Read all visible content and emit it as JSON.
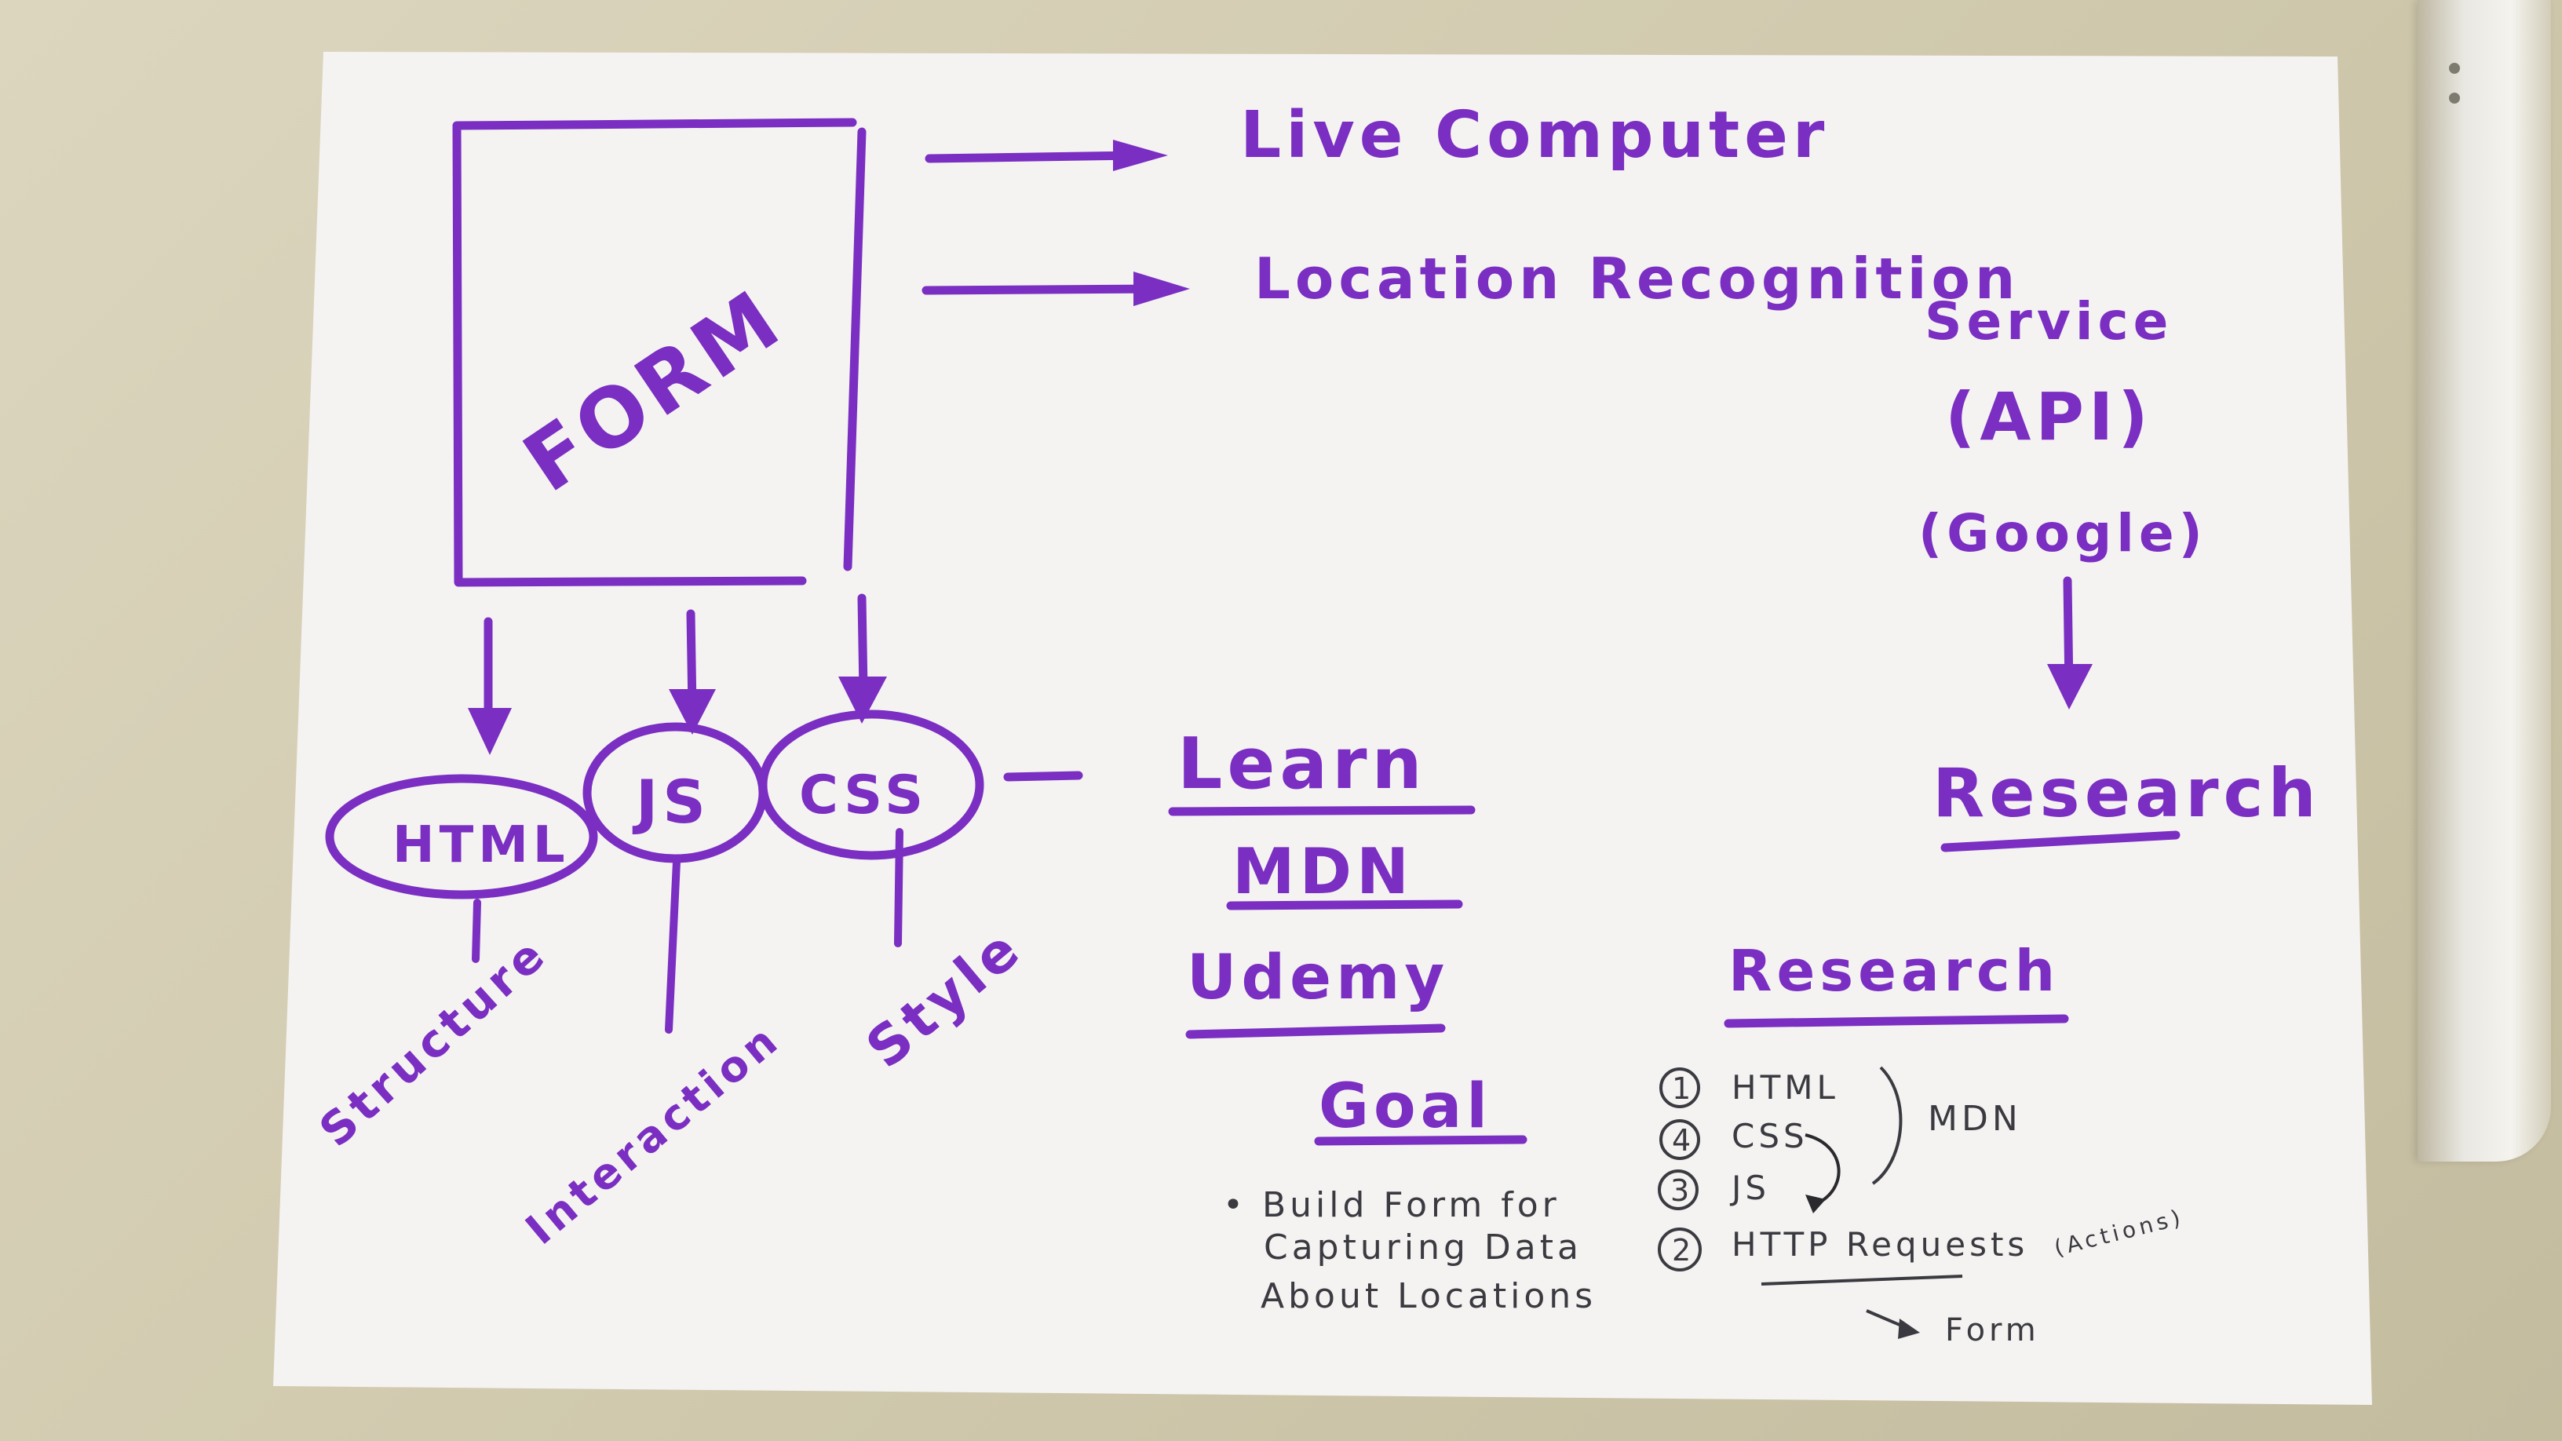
{
  "form_label": "FORM",
  "arrow_targets": {
    "line1": "Live Computer",
    "line2": "Location Recognition",
    "service": "Service",
    "api": "(API)",
    "google": "(Google)",
    "research_top": "Research"
  },
  "tech": {
    "html": "HTML",
    "js": "JS",
    "css": "CSS"
  },
  "roles": {
    "structure": "Structure",
    "interaction": "Interaction",
    "style": "Style"
  },
  "learn": {
    "heading": "Learn",
    "items": [
      "MDN",
      "Udemy"
    ]
  },
  "goal": {
    "heading": "Goal",
    "lines": [
      "• Build Form for",
      "Capturing Data",
      "About Locations"
    ]
  },
  "research_list": {
    "heading": "Research",
    "items": [
      {
        "num": "1",
        "label": "HTML"
      },
      {
        "num": "4",
        "label": "CSS"
      },
      {
        "num": "3",
        "label": "JS"
      },
      {
        "num": "2",
        "label": "HTTP Requests"
      }
    ],
    "bracket_label": "MDN",
    "actions_note": "(Actions)",
    "form_arrow_label": "Form"
  },
  "colors": {
    "marker": "#7b2ec2",
    "pen": "#3a3a40",
    "paper": "#f4f3f1",
    "background": "#d6d0b6"
  }
}
